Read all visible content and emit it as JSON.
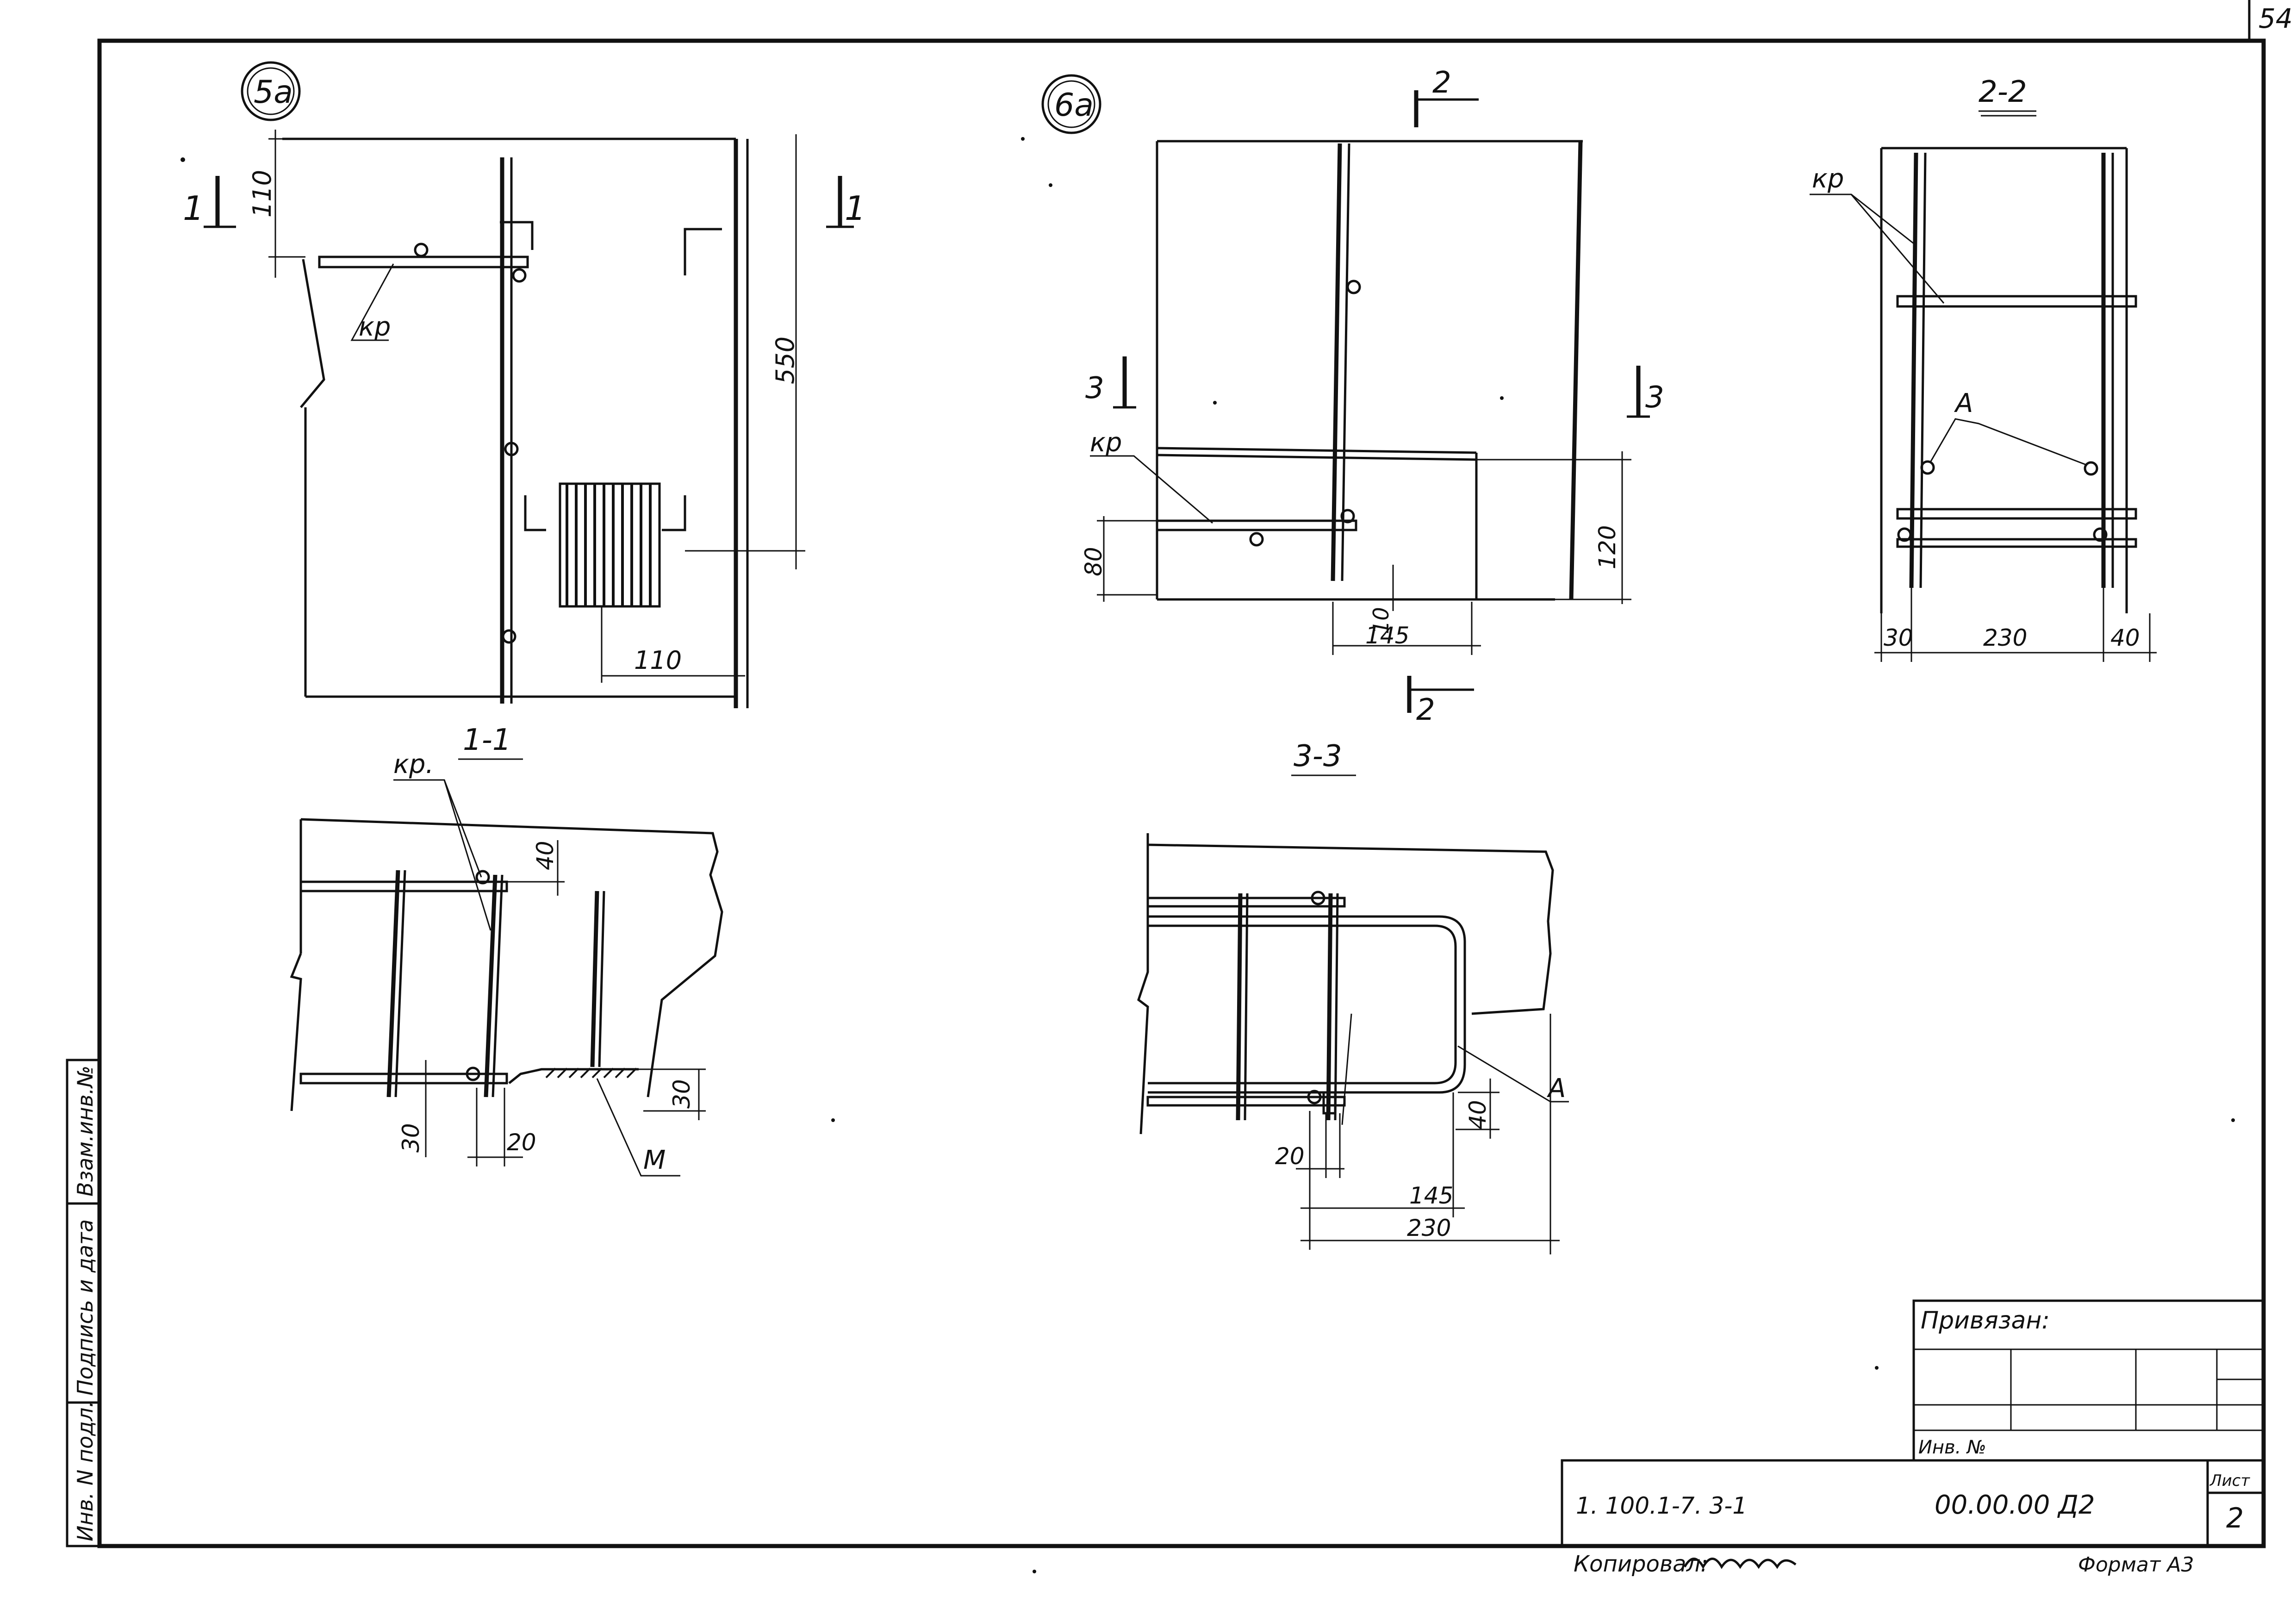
{
  "sheet_corner_number": "54",
  "views": {
    "node_5a": {
      "marker": "5а",
      "dims": [
        "110",
        "550",
        "110"
      ],
      "section_marks": [
        "1",
        "1"
      ],
      "leader": "кр"
    },
    "node_6a": {
      "marker": "6а",
      "dims": [
        "80",
        "120",
        "10",
        "145"
      ],
      "section_marks": [
        "2",
        "2",
        "3",
        "3"
      ],
      "leader": "кр"
    },
    "section_2_2": {
      "title": "2-2",
      "leaders": [
        "кр",
        "А"
      ],
      "dims": [
        "30",
        "230",
        "40"
      ]
    },
    "section_1_1": {
      "title": "1-1",
      "leaders": [
        "кр.",
        "М"
      ],
      "dims": [
        "40",
        "30",
        "20",
        "30"
      ]
    },
    "section_3_3": {
      "title": "3-3",
      "leaders": [
        "А"
      ],
      "dims": [
        "40",
        "20",
        "145",
        "230"
      ]
    }
  },
  "side_stamp": [
    "Инв. N подл.",
    "Подпись и дата",
    "Взам.инв.№"
  ],
  "title_block": {
    "bound_label": "Привязан:",
    "inv_label": "Инв. №",
    "doc_code": "1. 100.1-7. 3-1",
    "drawing_no": "00.00.00 Д2",
    "sheet_label": "Лист",
    "sheet_no": "2"
  },
  "footer": {
    "copied_by": "Копировал:",
    "format": "Формат А3"
  }
}
